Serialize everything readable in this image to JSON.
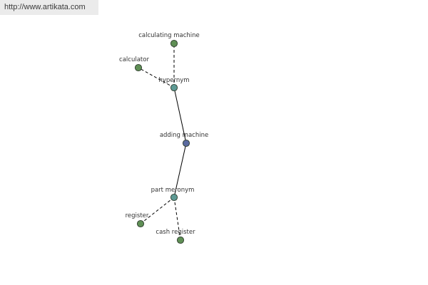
{
  "banner": {
    "url": "http://www.artikata.com"
  },
  "graph": {
    "colors": {
      "center_node": "#5a6aa0",
      "relation_node": "#5d9a94",
      "term_node": "#5f8f55",
      "node_outline": "#2e3d2e",
      "edge": "#000000"
    },
    "nodes": [
      {
        "id": "adding-machine",
        "label": "adding machine",
        "kind": "center"
      },
      {
        "id": "hypernym",
        "label": "hypernym",
        "kind": "relation"
      },
      {
        "id": "part-meronym",
        "label": "part meronym",
        "kind": "relation"
      },
      {
        "id": "calculating-machine",
        "label": "calculating machine",
        "kind": "term"
      },
      {
        "id": "calculator",
        "label": "calculator",
        "kind": "term"
      },
      {
        "id": "register",
        "label": "register",
        "kind": "term"
      },
      {
        "id": "cash-register",
        "label": "cash register",
        "kind": "term"
      }
    ],
    "edges": [
      {
        "from": "adding-machine",
        "to": "hypernym",
        "style": "solid"
      },
      {
        "from": "adding-machine",
        "to": "part-meronym",
        "style": "solid"
      },
      {
        "from": "hypernym",
        "to": "calculating-machine",
        "style": "dashed"
      },
      {
        "from": "hypernym",
        "to": "calculator",
        "style": "dashed"
      },
      {
        "from": "part-meronym",
        "to": "register",
        "style": "dashed"
      },
      {
        "from": "part-meronym",
        "to": "cash-register",
        "style": "dashed"
      }
    ]
  }
}
